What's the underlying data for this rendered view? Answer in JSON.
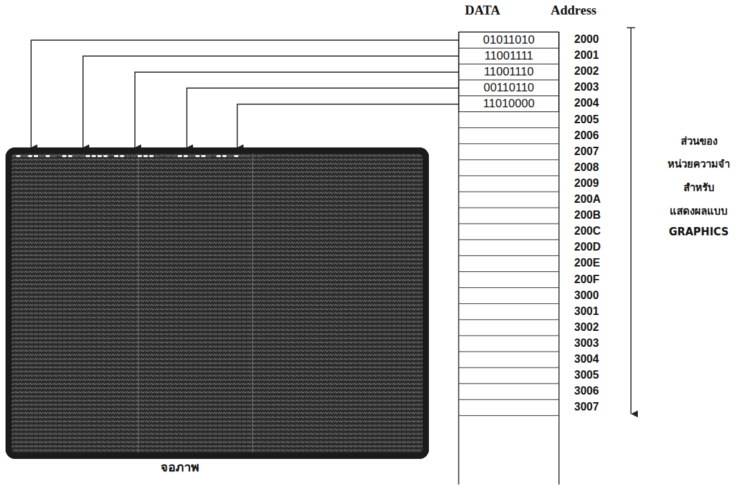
{
  "diagram": {
    "nodes": [
      {
        "text": [
          "01011010"
        ]
      },
      {
        "text": [
          "11001111"
        ]
      },
      {
        "text": [
          "11001110"
        ]
      },
      {
        "text": [
          "00110110"
        ]
      },
      {
        "text": [
          "11010000"
        ]
      },
      {
        "text": [
          "จอภาพ"
        ]
      }
    ],
    "edges": [
      {
        "from": 0,
        "to": 5,
        "arrow": "to"
      },
      {
        "from": 1,
        "to": 5,
        "arrow": "to"
      },
      {
        "from": 2,
        "to": 5,
        "arrow": "to"
      },
      {
        "from": 3,
        "to": 5,
        "arrow": "to"
      },
      {
        "from": 4,
        "to": 5,
        "arrow": "to"
      }
    ],
    "labels": [
      "DATA",
      "Address",
      "2000",
      "2001",
      "2002",
      "2003",
      "2004",
      "2005",
      "2006",
      "2007",
      "2008",
      "2009",
      "200A",
      "200B",
      "200C",
      "200D",
      "200E",
      "200F",
      "3000",
      "3001",
      "3002",
      "3003",
      "3004",
      "3005",
      "3006",
      "3007",
      "ส่วนของ",
      "หน่วยความจำ",
      "สำหรับ",
      "แสดงผลแบบ",
      "GRAPHICS"
    ]
  }
}
